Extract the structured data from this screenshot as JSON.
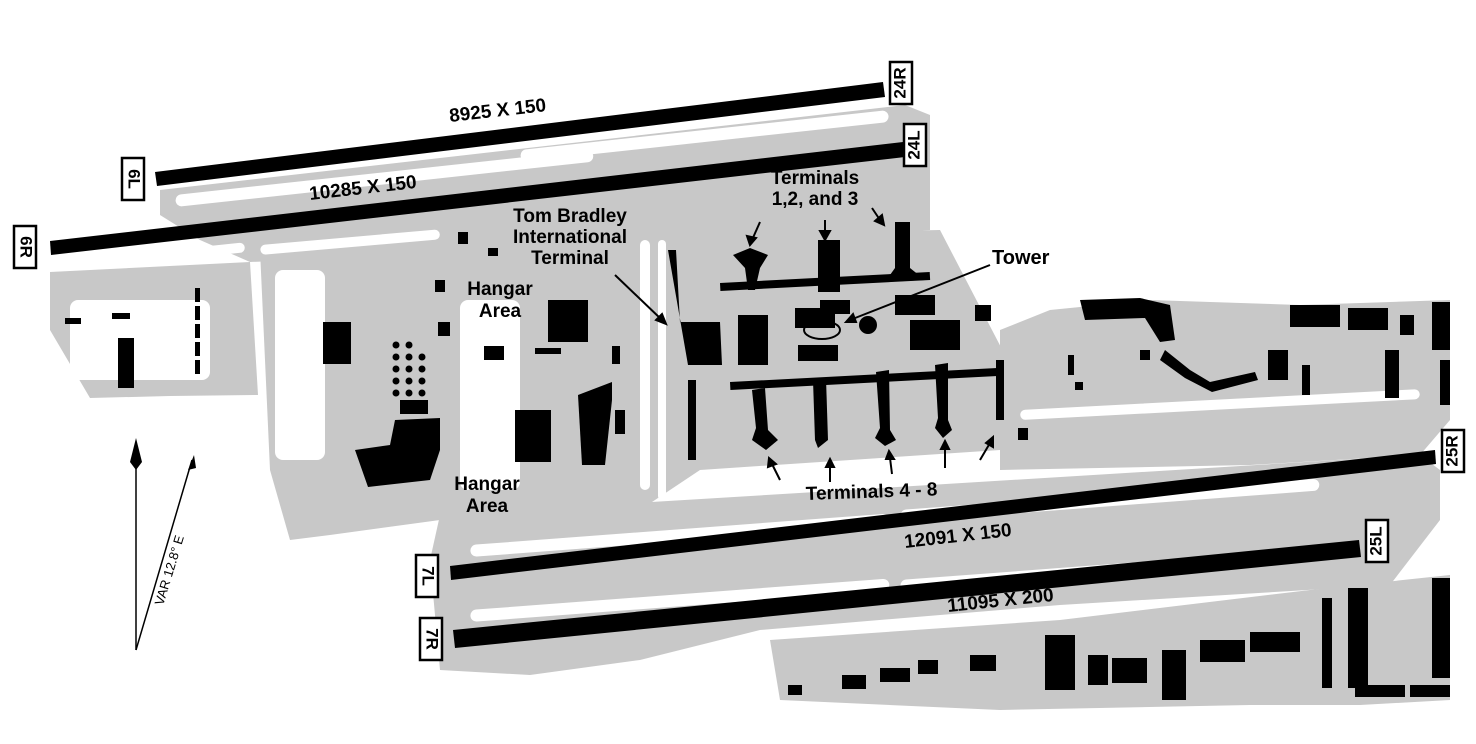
{
  "runways": [
    {
      "id": "runway-6l-24r",
      "dimensions": "8925 X 150",
      "ends": [
        "6L",
        "24R"
      ]
    },
    {
      "id": "runway-6r-24l",
      "dimensions": "10285 X 150",
      "ends": [
        "6R",
        "24L"
      ]
    },
    {
      "id": "runway-7l-25r",
      "dimensions": "12091 X 150",
      "ends": [
        "7L",
        "25R"
      ]
    },
    {
      "id": "runway-7r-25l",
      "dimensions": "11095 X 200",
      "ends": [
        "7R",
        "25L"
      ]
    }
  ],
  "labels": {
    "tbit_line1": "Tom Bradley",
    "tbit_line2": "International",
    "tbit_line3": "Terminal",
    "terminals_123_line1": "Terminals",
    "terminals_123_line2": "1,2, and 3",
    "tower": "Tower",
    "hangar_north_line1": "Hangar",
    "hangar_north_line2": "Area",
    "hangar_south_line1": "Hangar",
    "hangar_south_line2": "Area",
    "terminals_48": "Terminals 4 - 8",
    "magnetic_variation": "VAR 12.8° E"
  },
  "colors": {
    "paved_area": "#c8c8c8",
    "runway": "#000000",
    "building": "#000000",
    "background": "#ffffff"
  }
}
